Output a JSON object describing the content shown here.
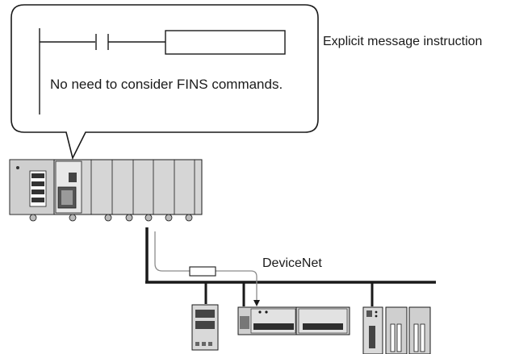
{
  "callout": {
    "note_text": "No need to consider FINS commands."
  },
  "labels": {
    "instruction": "Explicit message instruction",
    "network": "DeviceNet"
  },
  "icons": {
    "plc": "plc-rack-icon",
    "adapter": "devicenet-adapter-icon",
    "slave": "remote-io-slave-icon",
    "inverter": "inverter-drive-icon",
    "terminator": "terminating-resistor-icon"
  }
}
